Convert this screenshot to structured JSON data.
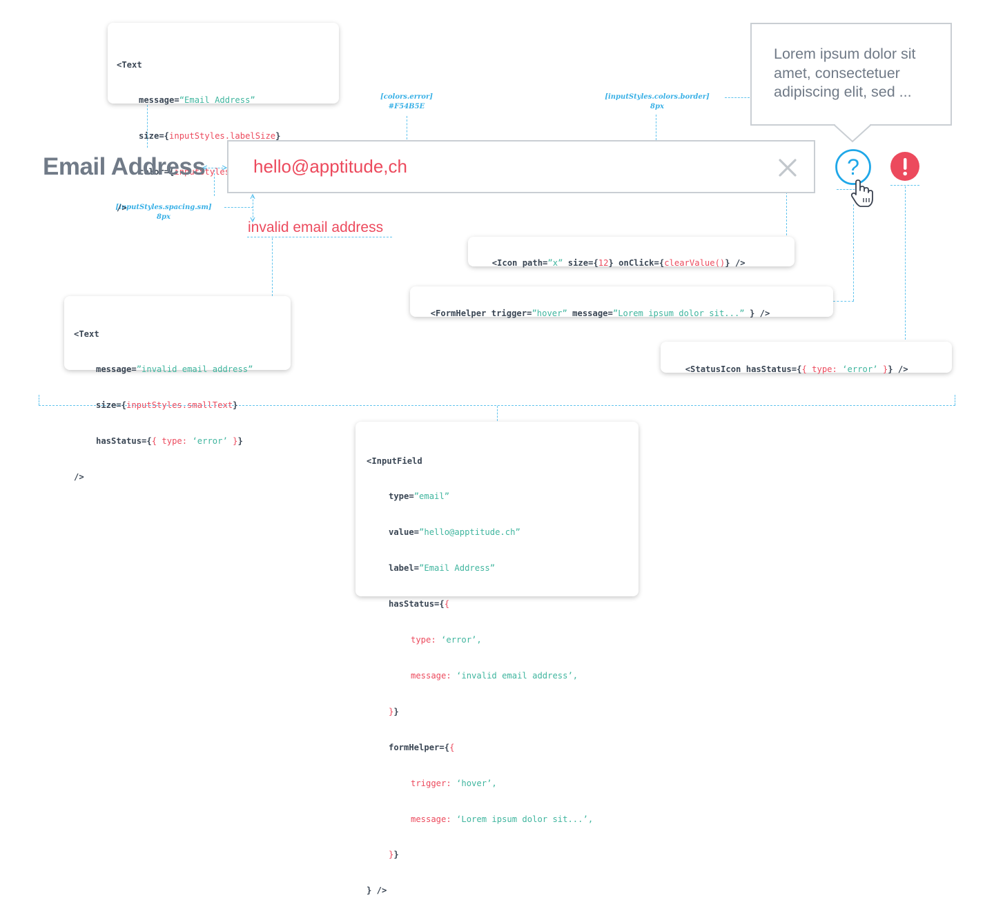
{
  "field": {
    "label": "Email Address",
    "value": "hello@apptitude,ch",
    "error_text": "invalid email address",
    "clear_icon": "x-icon",
    "help_icon": "question-circle-icon",
    "status_icon": "exclamation-circle-icon",
    "cursor_icon": "hand-pointer-icon"
  },
  "tooltip": {
    "text": "Lorem ipsum dolor sit amet, consectetuer adipiscing elit, sed ..."
  },
  "annotations": {
    "error_color_key": "[colors.error]",
    "error_color_value": "#F54B5E",
    "border_key": "[inputStyles.colors.border]",
    "border_value": "8px",
    "spacing_key": "[inputStyles.spacing.sm]",
    "spacing_value": "8px"
  },
  "code": {
    "label_text": {
      "l1": "<Text",
      "l2_key": "message=",
      "l2_val": "“Email Address”",
      "l3_key": "size={",
      "l3_val": "inputStyles.labelSize",
      "l3_end": "}",
      "l4_key": "color={",
      "l4_val": "inputStyles.colors.label",
      "l4_end": "}",
      "l5": "/>"
    },
    "error_text": {
      "l1": "<Text",
      "l2_key": "message=",
      "l2_val": "”invalid email address”",
      "l3_key": "size={",
      "l3_val": "inputStyles.smallText",
      "l3_end": "}",
      "l4_key": "hasStatus={",
      "l4_b1": "{ ",
      "l4_k": "type: ",
      "l4_v": "‘error’",
      "l4_b2": " }",
      "l4_end": "}",
      "l5": "/>"
    },
    "icon": {
      "a": "<Icon path=",
      "b": "”x”",
      "c": " size={",
      "d": "12",
      "e": "} onClick={",
      "f": "clearValue()",
      "g": "} />"
    },
    "form_helper": {
      "a": "<FormHelper trigger=",
      "b": "”hover”",
      "c": " message=",
      "d": "”Lorem ipsum dolor sit...”",
      "e": " } />"
    },
    "status_icon": {
      "a": "<StatusIcon hasStatus={",
      "b": "{ ",
      "c": "type: ",
      "d": "‘error’",
      "e": " }",
      "f": "} />"
    },
    "input_field": {
      "l1": "<InputField",
      "type_key": "type=",
      "type_val": "”email”",
      "value_key": "value=",
      "value_val": "”hello@apptitude.ch”",
      "label_key": "label=",
      "label_val": "”Email Address”",
      "status_key": "hasStatus={",
      "status_open": "{",
      "status_type_k": "type: ",
      "status_type_v": "‘error’,",
      "status_msg_k": "message: ",
      "status_msg_v": "‘invalid email address’,",
      "status_close": "}",
      "status_close2": "}",
      "helper_key": "formHelper={",
      "helper_open": "{",
      "helper_trig_k": "trigger: ",
      "helper_trig_v": "‘hover’,",
      "helper_msg_k": "message: ",
      "helper_msg_v": "‘Lorem ipsum dolor sit...’,",
      "helper_close": "}",
      "helper_close2": "}",
      "end": "} />"
    }
  },
  "colors": {
    "error": "#EC4A5D",
    "help": "#1FA7E8",
    "border": "#C9CED3",
    "label": "#707A87",
    "guide": "#5FC3EE",
    "code_string": "#3FB59E"
  }
}
